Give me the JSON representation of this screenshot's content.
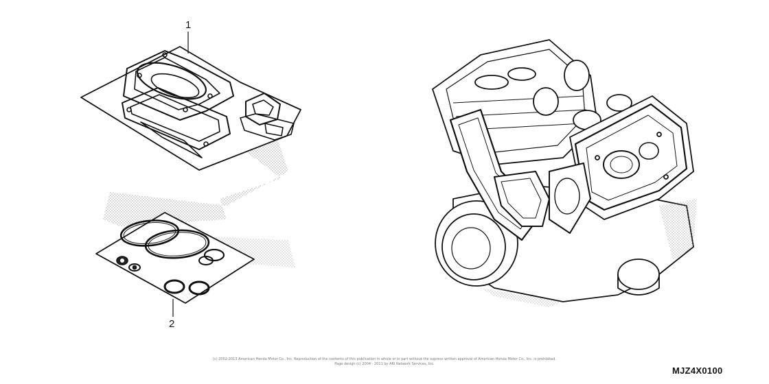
{
  "callouts": [
    {
      "id": "1",
      "label": "1"
    },
    {
      "id": "2",
      "label": "2"
    }
  ],
  "copyright": {
    "line1": "(c) 2002-2013 American Honda Motor Co., Inc. Reproduction of the contents of this publication in whole or in part without the express written approval of American Honda Motor Co., Inc. is prohibited.",
    "line2": "Page design (c) 2004 - 2011 by ARI Network Services, Inc."
  },
  "diagram_code": "MJZ4X0100",
  "colors": {
    "line": "#111111",
    "stipple": "#9a9a9a",
    "background": "#ffffff"
  },
  "icons": {
    "part_1": "top-end-gasket-kit-icon",
    "part_2": "bottom-end-gasket-kit-icon",
    "engine": "v-twin-engine-icon"
  }
}
